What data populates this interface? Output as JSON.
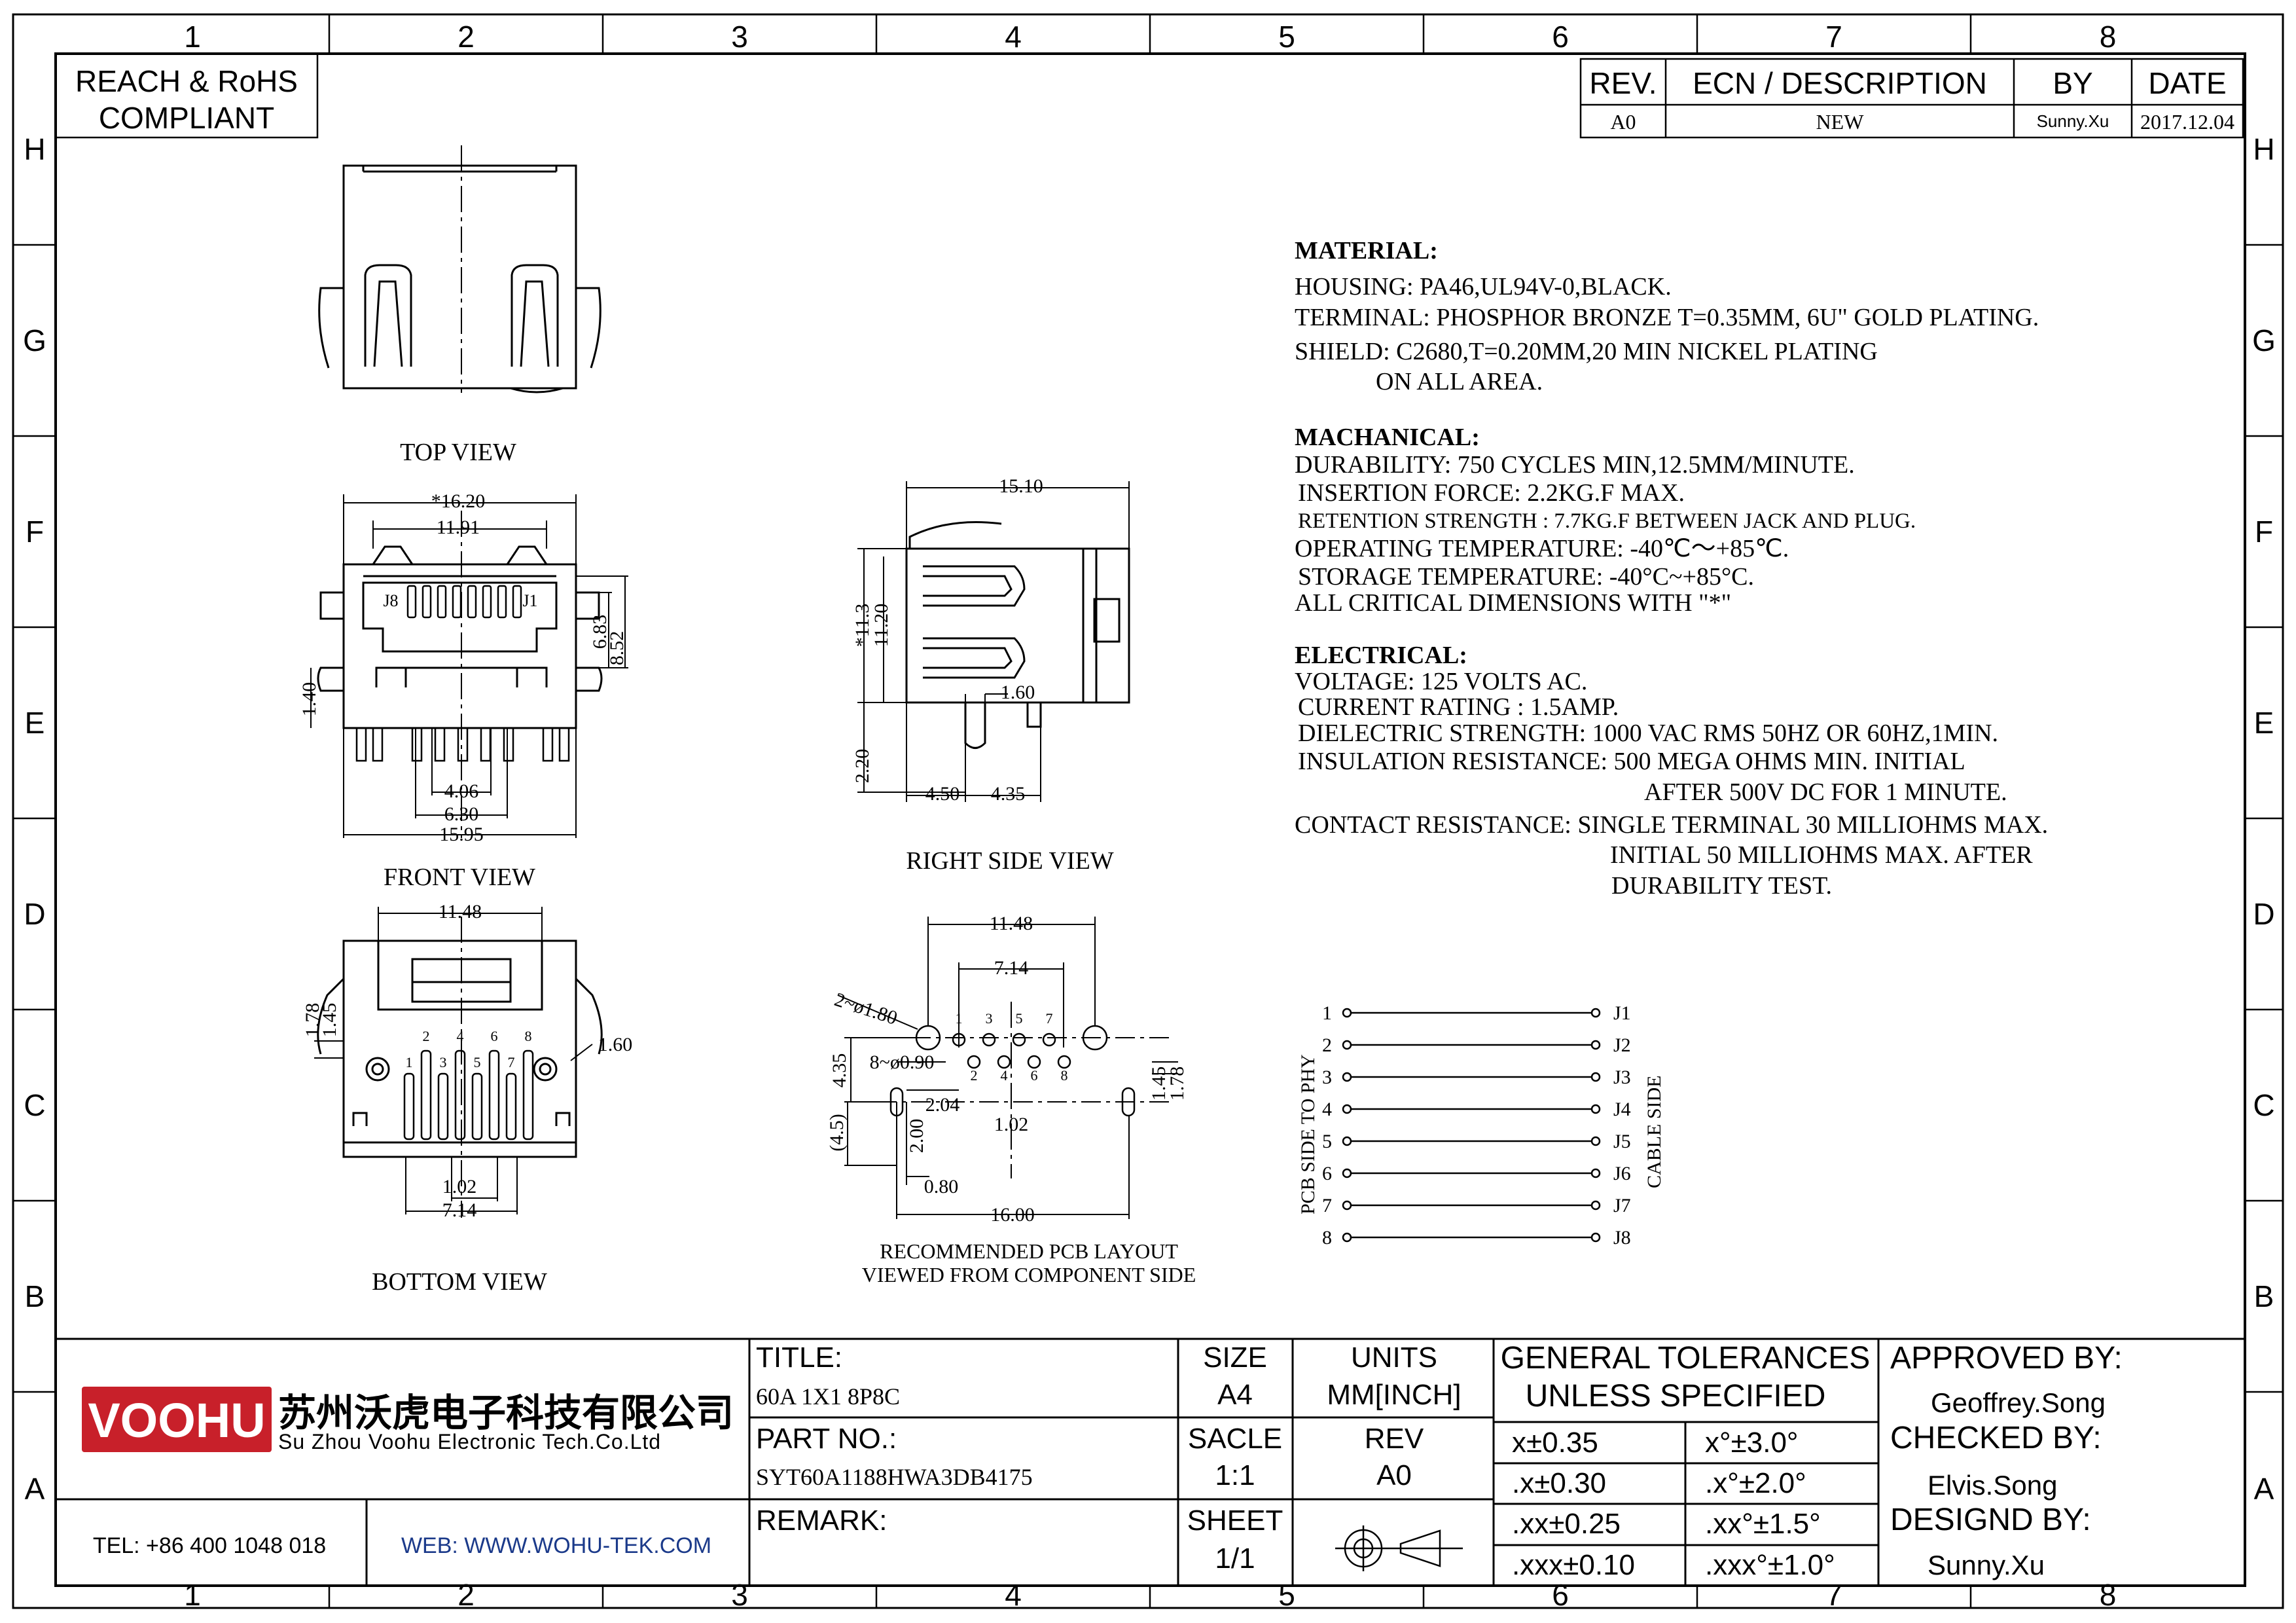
{
  "frame": {
    "cols": [
      "1",
      "2",
      "3",
      "4",
      "5",
      "6",
      "7",
      "8"
    ],
    "rows": [
      "H",
      "G",
      "F",
      "E",
      "D",
      "C",
      "B",
      "A"
    ]
  },
  "compliance": [
    "REACH & RoHS",
    "COMPLIANT"
  ],
  "revision": {
    "headers": [
      "REV.",
      "ECN / DESCRIPTION",
      "BY",
      "DATE"
    ],
    "row": [
      "A0",
      "NEW",
      "Sunny.Xu",
      "2017.12.04"
    ]
  },
  "views": {
    "top": "TOP VIEW",
    "front": "FRONT VIEW",
    "right": "RIGHT SIDE VIEW",
    "bottom": "BOTTOM VIEW",
    "pcb1": "RECOMMENDED PCB LAYOUT",
    "pcb2": "VIEWED FROM COMPONENT SIDE"
  },
  "dims": {
    "front": [
      "*16.20",
      "11.91",
      "J8",
      "J1",
      "6.83",
      "8.52",
      "1.40",
      "4.06",
      "6.30",
      "15.95"
    ],
    "right": [
      "15.10",
      "*11.3",
      "11.20",
      "1.60",
      "2.20",
      "4.50",
      "4.35"
    ],
    "bottom": [
      "11.48",
      "1.78",
      "1.45",
      "1.60",
      "1.02",
      "7.14"
    ],
    "bottom_pins_top": [
      "2",
      "4",
      "6",
      "8"
    ],
    "bottom_pins_bot": [
      "1",
      "3",
      "5",
      "7"
    ],
    "pcb": [
      "11.48",
      "7.14",
      "2~ø1.80",
      "8~ø0.90",
      "4.35",
      "(4.5)",
      "2.04",
      "1.02",
      "2.00",
      "0.80",
      "16.00",
      "1.45",
      "1.78"
    ],
    "pcb_pins_top": [
      "1",
      "3",
      "5",
      "7"
    ],
    "pcb_pins_bot": [
      "2",
      "4",
      "6",
      "8"
    ]
  },
  "specs": {
    "material_title": "MATERIAL:",
    "material": [
      "HOUSING: PA46,UL94V-0,BLACK.",
      "TERMINAL: PHOSPHOR BRONZE T=0.35MM, 6U\" GOLD PLATING.",
      "SHIELD: C2680,T=0.20MM,20 MIN NICKEL PLATING",
      "ON ALL AREA."
    ],
    "mech_title": "MACHANICAL:",
    "mech": [
      "DURABILITY: 750 CYCLES MIN,12.5MM/MINUTE.",
      "INSERTION FORCE: 2.2KG.F MAX.",
      "RETENTION STRENGTH : 7.7KG.F BETWEEN JACK AND PLUG.",
      "OPERATING TEMPERATURE: -40℃～+85℃.",
      "STORAGE TEMPERATURE: -40°C~+85°C.",
      "ALL CRITICAL DIMENSIONS WITH \"*\""
    ],
    "elec_title": "ELECTRICAL:",
    "elec": [
      "VOLTAGE: 125 VOLTS AC.",
      "CURRENT RATING : 1.5AMP.",
      "DIELECTRIC STRENGTH: 1000 VAC RMS 50HZ OR 60HZ,1MIN.",
      "INSULATION RESISTANCE: 500 MEGA OHMS MIN. INITIAL",
      "AFTER 500V DC FOR 1 MINUTE.",
      "CONTACT RESISTANCE: SINGLE TERMINAL 30 MILLIOHMS MAX.",
      "INITIAL 50 MILLIOHMS MAX. AFTER",
      "DURABILITY TEST."
    ]
  },
  "schematic": {
    "left_label": "PCB SIDE TO PHY",
    "right_label": "CABLE SIDE",
    "left": [
      "1",
      "2",
      "3",
      "4",
      "5",
      "6",
      "7",
      "8"
    ],
    "right": [
      "J1",
      "J2",
      "J3",
      "J4",
      "J5",
      "J6",
      "J7",
      "J8"
    ]
  },
  "title_block": {
    "logo": "VOOHU",
    "company_cn": "苏州沃虎电子科技有限公司",
    "company_en": "Su Zhou Voohu Electronic Tech.Co.Ltd",
    "tel": "TEL: +86 400 1048 018",
    "web": "WEB: WWW.WOHU-TEK.COM",
    "title_label": "TITLE:",
    "title": "60A  1X1  8P8C",
    "part_label": "PART NO.:",
    "part": "SYT60A1188HWA3DB4175",
    "remark_label": "REMARK:",
    "size_label": "SIZE",
    "size": "A4",
    "units_label": "UNITS",
    "units": "MM[INCH]",
    "scale_label": "SACLE",
    "scale": "1:1",
    "rev_label": "REV",
    "rev": "A0",
    "sheet_label": "SHEET",
    "sheet": "1/1",
    "tol_title1": "GENERAL TOLERANCES",
    "tol_title2": "UNLESS SPECIFIED",
    "tol": [
      [
        "x±0.35",
        "x°±3.0°"
      ],
      [
        ".x±0.30",
        ".x°±2.0°"
      ],
      [
        ".xx±0.25",
        ".xx°±1.5°"
      ],
      [
        ".xxx±0.10",
        ".xxx°±1.0°"
      ]
    ],
    "approved_label": "APPROVED BY:",
    "approved": "Geoffrey.Song",
    "checked_label": "CHECKED BY:",
    "checked": "Elvis.Song",
    "designed_label": "DESIGND BY:",
    "designed": "Sunny.Xu"
  },
  "colors": {
    "logo_red": "#c8202a"
  }
}
